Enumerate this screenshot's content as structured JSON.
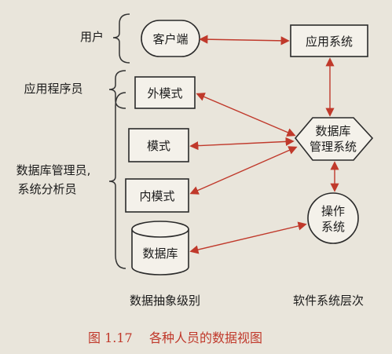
{
  "roles": {
    "user": "用户",
    "app_programmer": "应用程序员",
    "dba_line1": "数据库管理员,",
    "dba_line2": "系统分析员"
  },
  "nodes": {
    "client": "客户端",
    "app_system": "应用系统",
    "external_schema": "外模式",
    "schema": "模式",
    "internal_schema": "内模式",
    "database": "数据库",
    "dbms_line1": "数据库",
    "dbms_line2": "管理系统",
    "os_line1": "操作",
    "os_line2": "系统"
  },
  "columns": {
    "left": "数据抽象级别",
    "right": "软件系统层次"
  },
  "caption": {
    "number": "图 1.17",
    "title": "各种人员的数据视图"
  },
  "colors": {
    "arrow": "#c0392b",
    "caption": "#c0392b",
    "box_stroke": "#2a2a2a",
    "box_fill": "#f4f1ea"
  }
}
